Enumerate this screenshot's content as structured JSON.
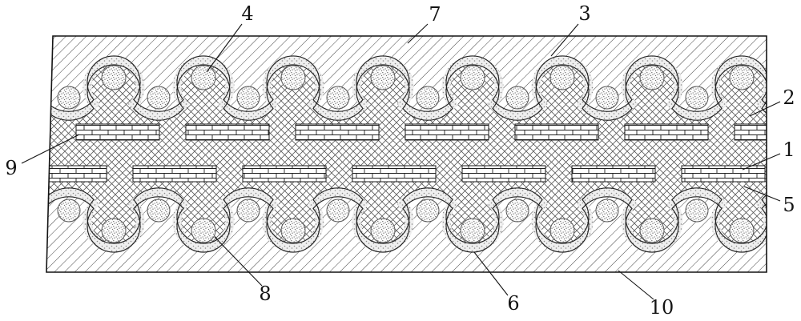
{
  "figure": {
    "kind": "patent-cross-section-diagram",
    "background": "#ffffff",
    "ink": "#1a1a1a",
    "hatch_color": "#454545",
    "crosshatch_color": "#5a5a5a",
    "labels": {
      "l1": "1",
      "l2": "2",
      "l3": "3",
      "l4": "4",
      "l5": "5",
      "l6": "6",
      "l7": "7",
      "l8": "8",
      "l9": "9",
      "l10": "10"
    }
  }
}
